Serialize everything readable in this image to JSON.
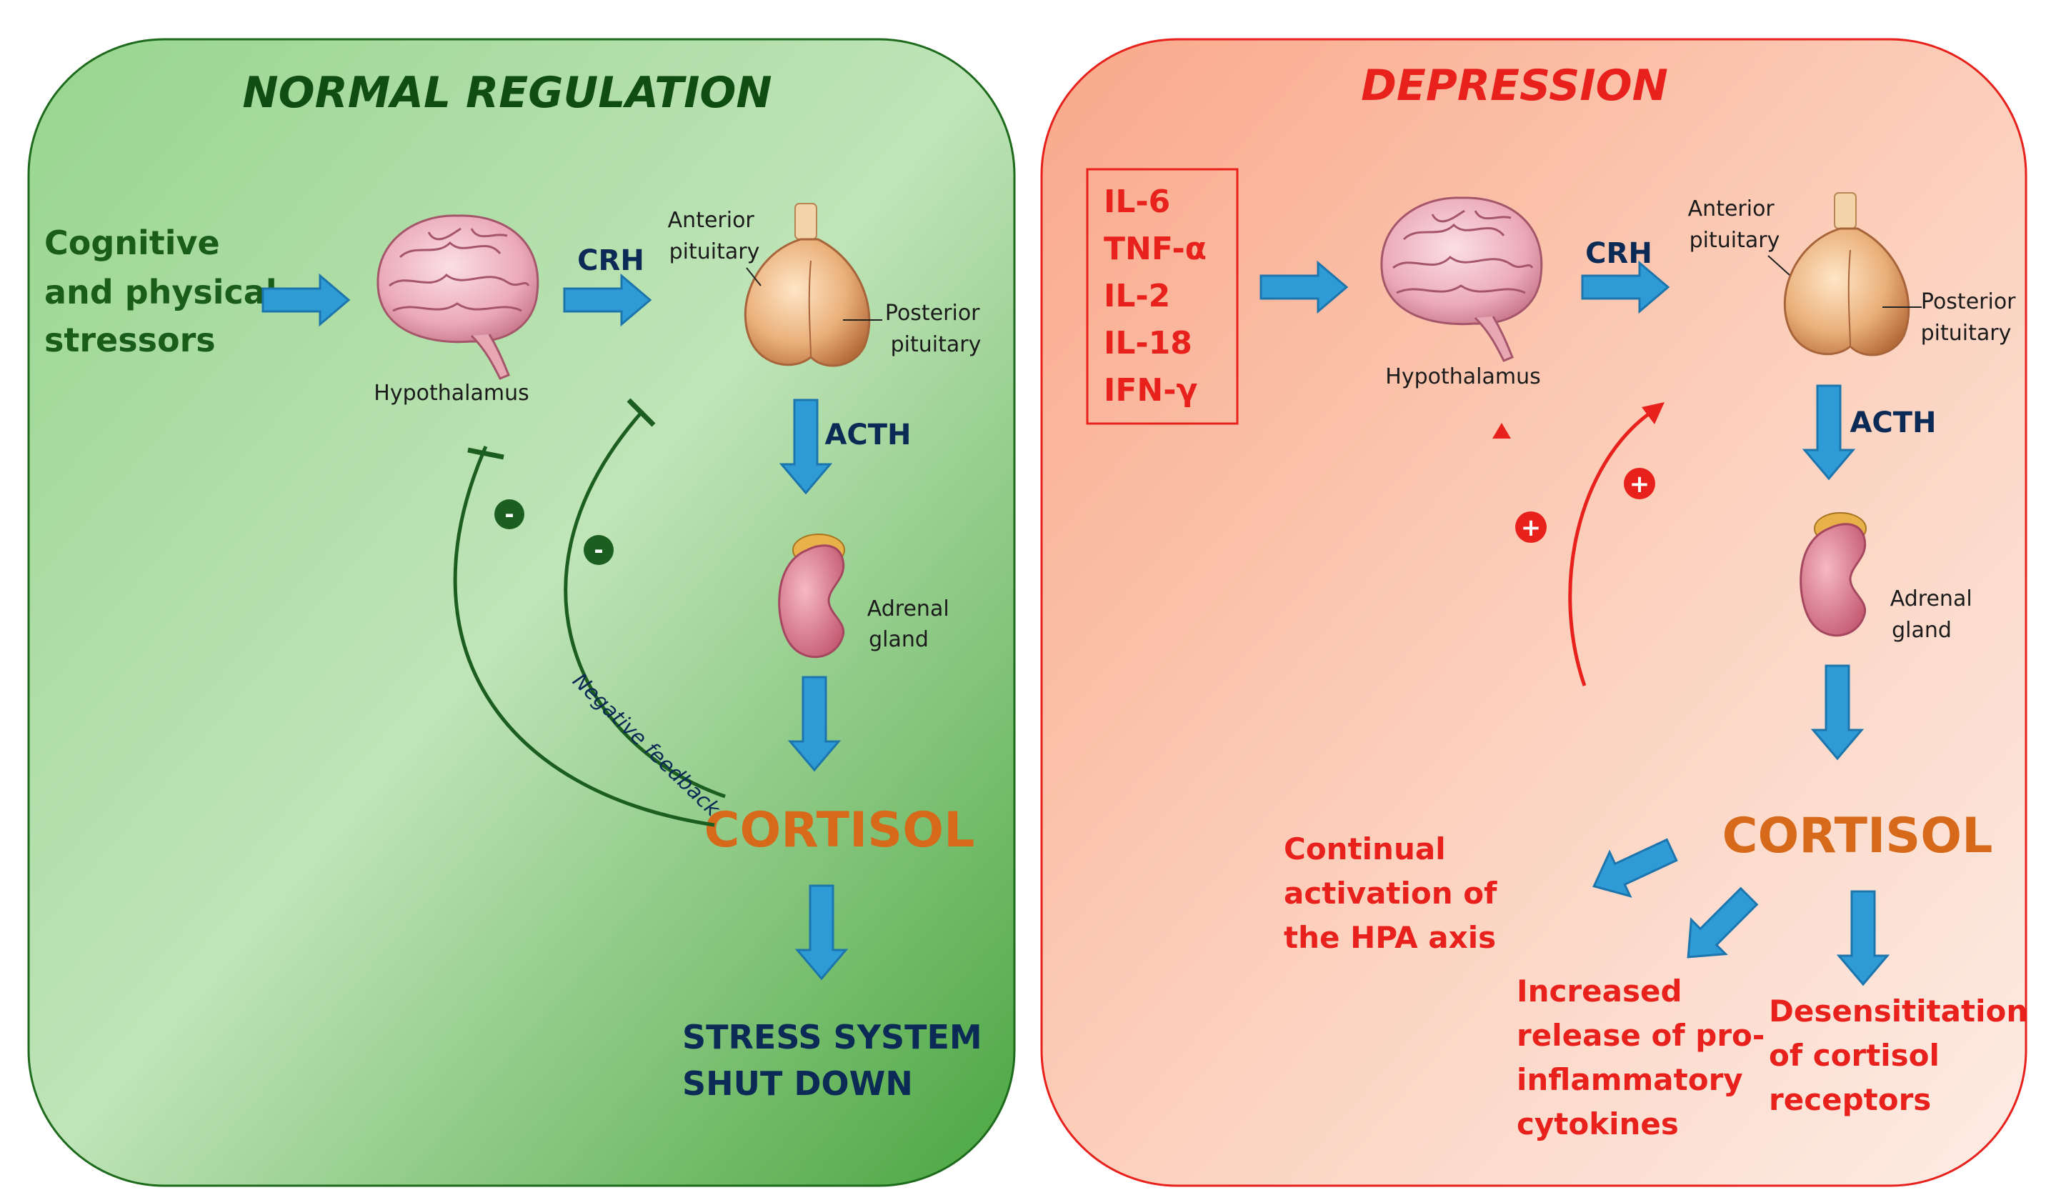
{
  "normal": {
    "title": "NORMAL REGULATION",
    "stressors": [
      "Cognitive",
      "and physical",
      "stressors"
    ],
    "crh": "CRH",
    "hypothalamus": "Hypothalamus",
    "anterior_pituitary": [
      "Anterior",
      "pituitary"
    ],
    "posterior_pituitary": [
      "Posterior",
      "pituitary"
    ],
    "acth": "ACTH",
    "adrenal_gland": [
      "Adrenal",
      "gland"
    ],
    "cortisol": "CORTISOL",
    "negative_feedback": "Negative feedback",
    "minus_sign": "-",
    "outcome": [
      "STRESS SYSTEM",
      "SHUT DOWN"
    ]
  },
  "depression": {
    "title": "DEPRESSION",
    "cytokines": [
      "IL-6",
      "TNF-α",
      "IL-2",
      "IL-18",
      "IFN-γ"
    ],
    "crh": "CRH",
    "hypothalamus": "Hypothalamus",
    "anterior_pituitary": [
      "Anterior",
      "pituitary"
    ],
    "posterior_pituitary": [
      "Posterior",
      "pituitary"
    ],
    "acth": "ACTH",
    "adrenal_gland": [
      "Adrenal",
      "gland"
    ],
    "cortisol": "CORTISOL",
    "plus_sign": "+",
    "effect_hpa": [
      "Continual",
      "activation of",
      "the HPA axis"
    ],
    "effect_cytokines": [
      "Increased",
      "release of pro-",
      "inflammatory",
      "cytokines"
    ],
    "effect_receptors": [
      "Desensititation",
      "of cortisol",
      "receptors"
    ]
  },
  "colors": {
    "green_title": "#0f4d12",
    "navy": "#0b2a55",
    "red": "#e8211d",
    "cortisol": "#d6691a",
    "arrow": "#2f9bd6"
  }
}
